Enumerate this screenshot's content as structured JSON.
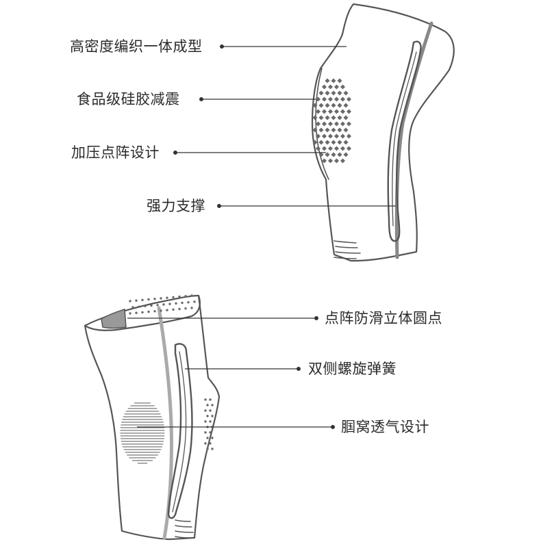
{
  "top_brace": {
    "callouts": [
      "高密度编织一体成型",
      "食品级硅胶减震",
      "加压点阵设计",
      "强力支撑"
    ]
  },
  "bottom_brace": {
    "callouts": [
      "点阵防滑立体圆点",
      "双侧螺旋弹簧",
      "腘窝透气设计"
    ]
  },
  "colors": {
    "outline": "#555555",
    "stripe": "#999999",
    "dots": "#6a6a6a",
    "leader": "#333333"
  }
}
